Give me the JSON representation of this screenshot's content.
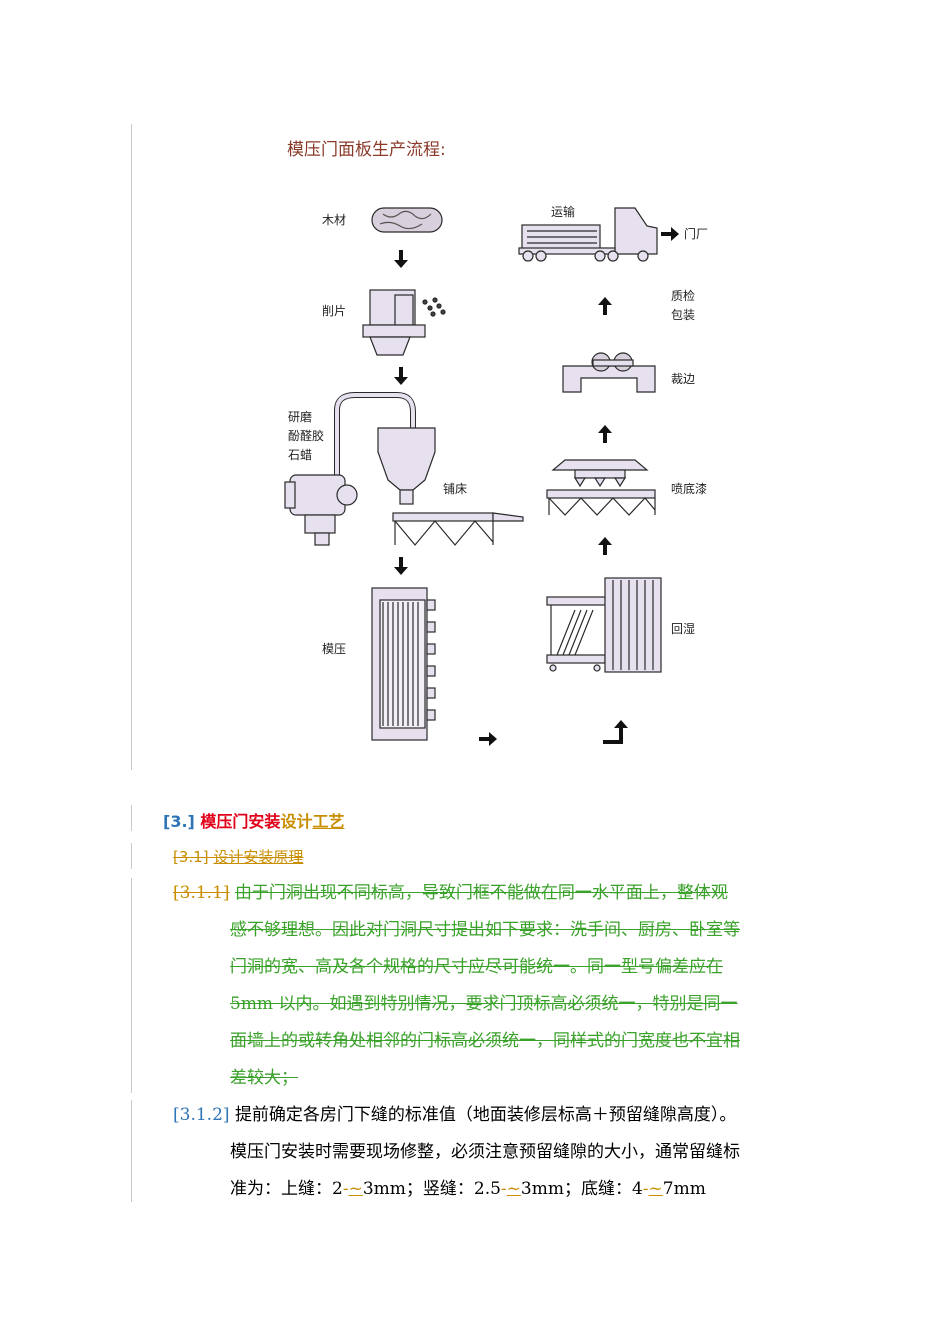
{
  "figure": {
    "title": "模压门面板生产流程:",
    "labels": {
      "wood": "木材",
      "chip": "削片",
      "grind_1": "研磨",
      "grind_2": "酚醛胶",
      "grind_3": "石蜡",
      "bed": "铺床",
      "mold": "模压",
      "transport": "运输",
      "door_factory": "门厂",
      "qc_1": "质检",
      "qc_2": "包装",
      "trim": "裁边",
      "spray": "喷底漆",
      "humid": "回湿"
    }
  },
  "section": {
    "number": "[3.]",
    "title_red": "模压门安装",
    "title_ins1": "设计",
    "title_ins2": "工艺"
  },
  "subsection": {
    "number": "[3.1]",
    "title": "设计安装原理"
  },
  "paragraphs": {
    "p1_num": "[3.1.1]",
    "p1_lines": [
      "由于门洞出现不同标高，导致门框不能做在同一水平面上，整体观",
      "感不够理想。因此对门洞尺寸提出如下要求：洗手间、厨房、卧室等",
      "门洞的宽、高及各个规格的尺寸应尽可能统一。同一型号偏差应在",
      "5mm 以内。如遇到特别情况，要求门顶标高必须统一，特别是同一",
      "面墙上的或转角处相邻的门标高必须统一，同样式的门宽度也不宜相",
      "差较大；"
    ],
    "p2_num": "[3.1.2]",
    "p2_line1": "提前确定各房门下缝的标准值（地面装修层标高＋预留缝隙高度）。",
    "p2_line2": "模压门安装时需要现场修整，必须注意预留缝隙的大小，通常留缝标",
    "p2_line3": {
      "a": "准为：上缝：2",
      "d1": "-",
      "t1": "~",
      "b": "3mm；竖缝：2.5",
      "d2": "-",
      "t2": "~",
      "c": "3mm；底缝：4",
      "d3": "-",
      "t3": "~",
      "e": "7mm"
    }
  }
}
